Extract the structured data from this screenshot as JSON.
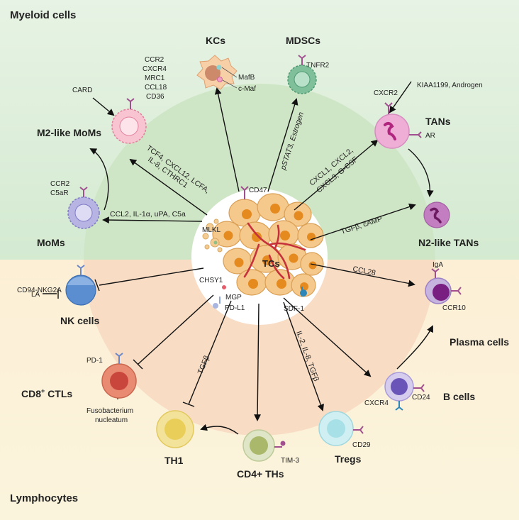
{
  "regions": {
    "myeloid_title": "Myeloid cells",
    "lymphocytes_title": "Lymphocytes"
  },
  "center": {
    "label": "TCs",
    "cd47": "CD47",
    "mlkl": "MLKL",
    "chsy1": "CHSY1",
    "mgp": "MGP",
    "pdl1": "PD-L1",
    "sdf1": "SDF-1"
  },
  "cells": {
    "kcs": {
      "title": "KCs",
      "markers": [
        "MafB",
        "c-Maf"
      ]
    },
    "mdscs": {
      "title": "MDSCs",
      "markers": [
        "TNFR2"
      ]
    },
    "tans": {
      "title": "TANs",
      "receptor": "CXCR2",
      "ar": "AR",
      "inducers": "KIAA1199, Androgen"
    },
    "n2_tans": {
      "title": "N2-like TANs"
    },
    "m2_moms": {
      "title": "M2-like MoMs",
      "inducer": "CARD",
      "markers": [
        "CCR2",
        "CXCR4",
        "MRC1",
        "CCL18",
        "CD36"
      ]
    },
    "moms": {
      "title": "MoMs",
      "markers": [
        "CCR2",
        "C5aR"
      ]
    },
    "nk": {
      "title": "NK cells",
      "receptor": "CD94-NKG2A",
      "inhibitor": "LA"
    },
    "cd8": {
      "title": "CD8",
      "title_sup": "+",
      "title_rest": " CTLs",
      "receptor": "PD-1",
      "inhibitor_line1": "Fusobacterium",
      "inhibitor_line2": "nucleatum"
    },
    "th1": {
      "title": "TH1"
    },
    "cd4": {
      "title": "CD4+ THs",
      "receptor": "TIM-3"
    },
    "tregs": {
      "title": "Tregs",
      "receptor": "CD29"
    },
    "bcells": {
      "title": "B cells",
      "receptors": [
        "CXCR4",
        "CD24"
      ]
    },
    "plasma": {
      "title": "Plasma cells",
      "receptors": [
        "IgA",
        "CCR10"
      ]
    }
  },
  "edges": {
    "to_mdscs": "pSTAT3, Estrogen",
    "to_tans_1": "CXCL1, CXCL2,",
    "to_tans_2": "CXCL3, G-CSF",
    "to_n2": "TGFβ, cAMP",
    "to_m2_1": "TCF4, CXCL12, LCFA,",
    "to_m2_2": "IL-8, CTHRC1",
    "to_moms": "CCL2, IL-1α, uPA, C5a",
    "to_plasma": "CCL28",
    "to_th1": "TGFβ",
    "to_tregs": "IL-2, IL-8, TGFβ"
  },
  "colors": {
    "myeloid_bg": "#d8ecd6",
    "lymph_bg": "#fbefd8",
    "tumor": "#f6c98a",
    "nucleus": "#e48a1e",
    "vessel": "#c6323b",
    "receptor": "#a14f8f"
  }
}
